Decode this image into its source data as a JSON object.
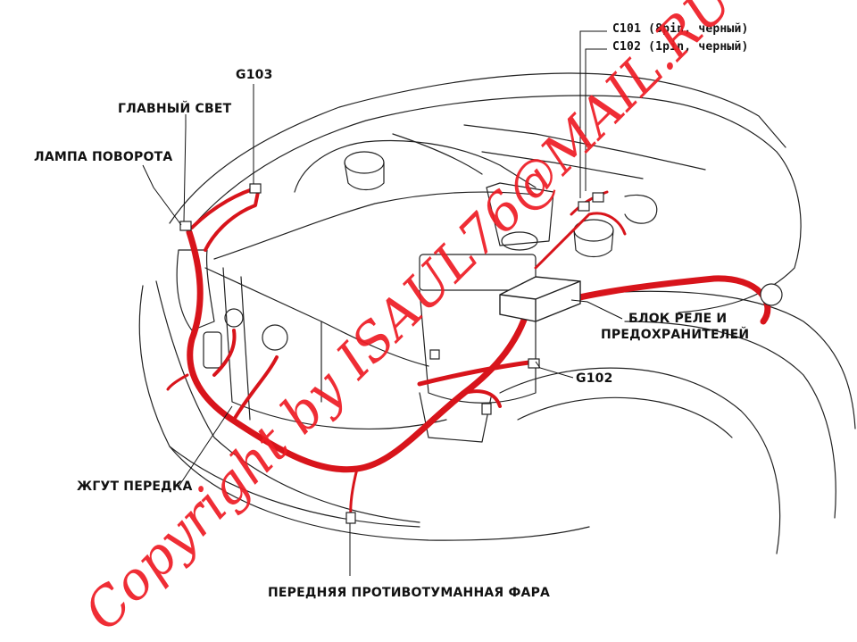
{
  "labels": {
    "connector_c101": "C101 (8pin, черный)",
    "connector_c102": "C102 (1pin, черный)",
    "ground_g103": "G103",
    "main_light": "ГЛАВНЫЙ СВЕТ",
    "turn_lamp": "ЛАМПА ПОВОРОТА",
    "relay_block_line1": "БЛОК РЕЛЕ И",
    "relay_block_line2": "ПРЕДОХРАНИТЕЛЕЙ",
    "ground_g102": "G102",
    "front_harness": "ЖГУТ ПЕРЕДКА",
    "fog_lamp": "ПЕРЕДНЯЯ ПРОТИВОТУМАННАЯ ФАРА"
  },
  "watermark": "Copyright by ISAUL76@MAIL.RU",
  "colors": {
    "harness": "#d8141b",
    "outline": "#222222",
    "watermark": "#ee1c24"
  }
}
